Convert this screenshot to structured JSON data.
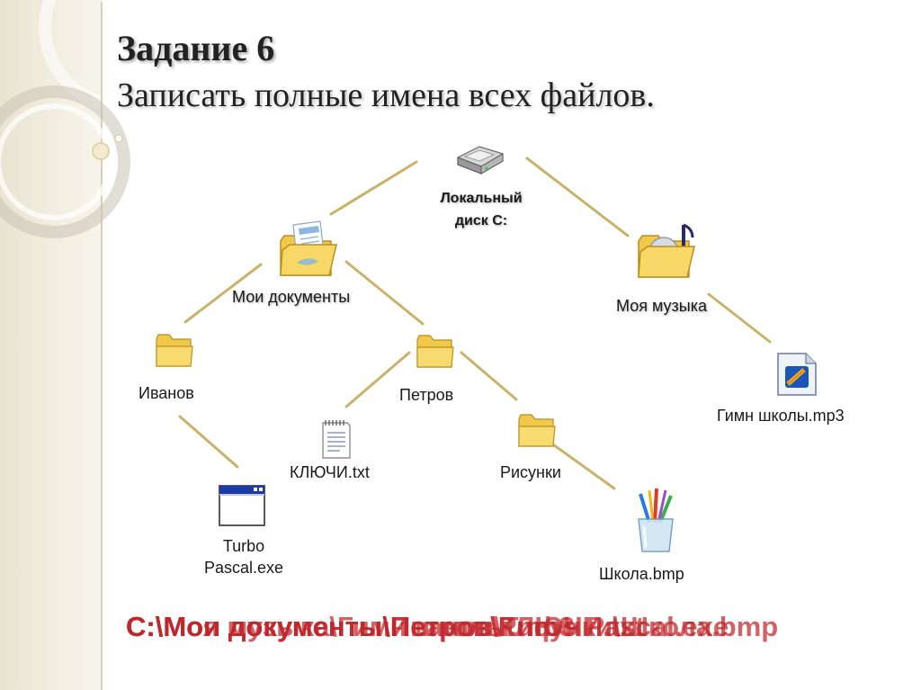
{
  "slide": {
    "title": "Задание 6",
    "subtitle": "Записать полные имена всех файлов."
  },
  "colors": {
    "line": "#c9b36a",
    "answer": "#c0262a",
    "sidebar": "#e9e3d2"
  },
  "nodes": {
    "root": {
      "label_line1": "Локальный",
      "label_line2": "диск С:",
      "icon": "hard-drive-icon"
    },
    "my_docs": {
      "label": "Мои документы",
      "icon": "documents-folder-icon"
    },
    "my_music": {
      "label": "Моя музыка",
      "icon": "music-folder-icon"
    },
    "ivanov": {
      "label": "Иванов",
      "icon": "folder-icon"
    },
    "petrov": {
      "label": "Петров",
      "icon": "folder-icon"
    },
    "pictures": {
      "label": "Рисунки",
      "icon": "folder-icon"
    },
    "keys_txt": {
      "label": "КЛЮЧИ.txt",
      "icon": "text-file-icon"
    },
    "turbo": {
      "label_line1": "Turbo",
      "label_line2": "Pascal.exe",
      "icon": "application-window-icon"
    },
    "school_bmp": {
      "label": "Школа.bmp",
      "icon": "paint-brushes-icon"
    },
    "anthem_mp3": {
      "label": "Гимн школы.mp3",
      "icon": "media-file-icon"
    }
  },
  "answers": [
    "С:\\Мои документы\\Иванов\\Turbo Pascal.exe",
    "С:\\Мои документы\\Петров\\КЛЮЧИ.txt",
    "С:\\Мои документы\\Петров\\Рисунки\\Школа.bmp",
    "С:\\Моя музыка\\Гимн школы.mp3"
  ]
}
